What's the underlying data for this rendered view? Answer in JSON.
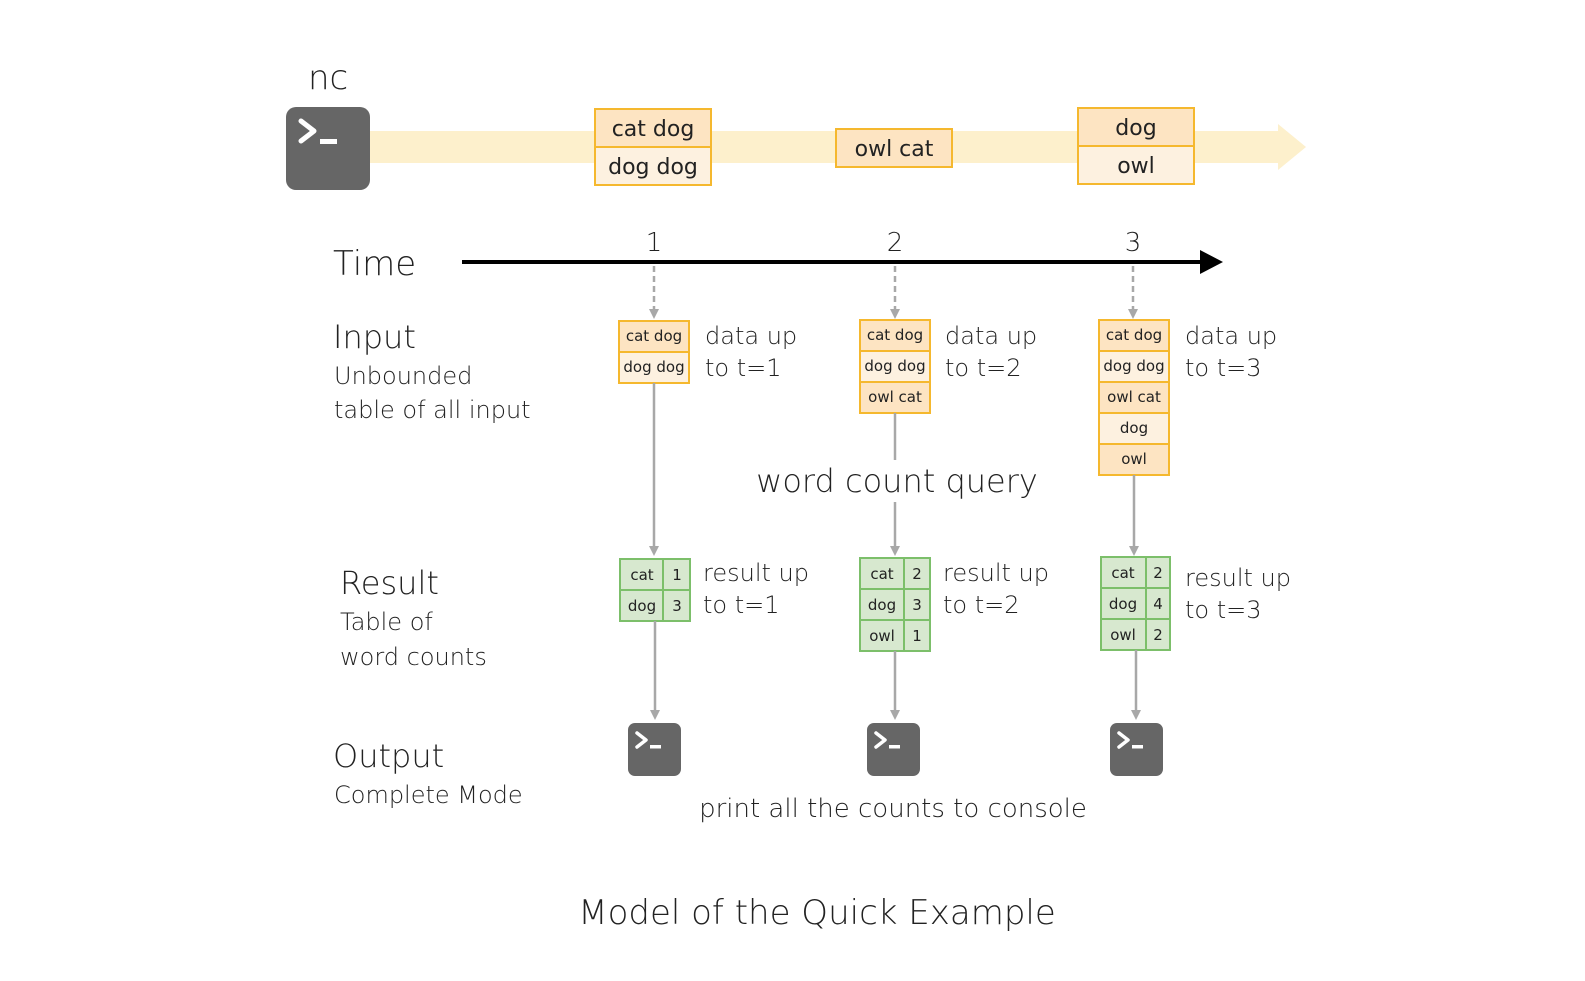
{
  "source": {
    "label": "nc",
    "icon": "terminal-icon"
  },
  "stream_batches": [
    {
      "rows": [
        "cat dog",
        "dog dog"
      ]
    },
    {
      "rows": [
        "owl cat"
      ]
    },
    {
      "rows": [
        "dog",
        "owl"
      ]
    }
  ],
  "timeline": {
    "label": "Time",
    "ticks": [
      "1",
      "2",
      "3"
    ]
  },
  "input": {
    "title": "Input",
    "subtitle_line1": "Unbounded",
    "subtitle_line2": "table of all input",
    "tables": [
      {
        "rows": [
          "cat dog",
          "dog dog"
        ],
        "caption_line1": "data up",
        "caption_line2": "to t=1"
      },
      {
        "rows": [
          "cat dog",
          "dog dog",
          "owl cat"
        ],
        "caption_line1": "data up",
        "caption_line2": "to t=2"
      },
      {
        "rows": [
          "cat dog",
          "dog dog",
          "owl cat",
          "dog",
          "owl"
        ],
        "caption_line1": "data up",
        "caption_line2": "to t=3"
      }
    ]
  },
  "query_label": "word count query",
  "result": {
    "title": "Result",
    "subtitle_line1": "Table of",
    "subtitle_line2": "word counts",
    "tables": [
      {
        "rows": [
          [
            "cat",
            "1"
          ],
          [
            "dog",
            "3"
          ]
        ],
        "caption_line1": "result up",
        "caption_line2": "to t=1"
      },
      {
        "rows": [
          [
            "cat",
            "2"
          ],
          [
            "dog",
            "3"
          ],
          [
            "owl",
            "1"
          ]
        ],
        "caption_line1": "result up",
        "caption_line2": "to t=2"
      },
      {
        "rows": [
          [
            "cat",
            "2"
          ],
          [
            "dog",
            "4"
          ],
          [
            "owl",
            "2"
          ]
        ],
        "caption_line1": "result up",
        "caption_line2": "to t=3"
      }
    ]
  },
  "output": {
    "title": "Output",
    "subtitle": "Complete Mode",
    "caption": "print all the counts to console",
    "icon": "terminal-icon"
  },
  "figure_title": "Model of the Quick Example",
  "colors": {
    "stream_band": "#fdf0cc",
    "orange_border": "#f5b82e",
    "orange_fill": "#fde4c2",
    "orange_fill_light": "#fdf1e0",
    "green_border": "#7cbf6a",
    "green_fill": "#d7e8cf",
    "arrow_gray": "#a8a8a8",
    "terminal_gray": "#666666"
  }
}
